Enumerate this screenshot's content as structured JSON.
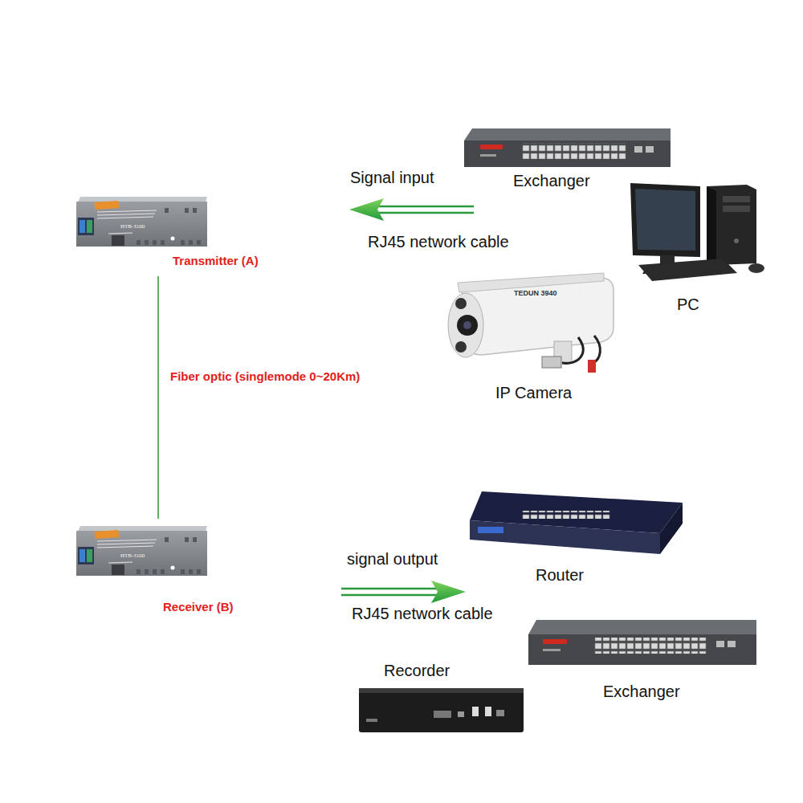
{
  "diagram": {
    "nodes": [
      {
        "text": [
          "Transmitter (A)"
        ]
      },
      {
        "text": [
          "Exchanger"
        ]
      },
      {
        "text": [
          "PC"
        ]
      },
      {
        "text": [
          "IP Camera"
        ]
      },
      {
        "text": [
          "Receiver (B)"
        ]
      },
      {
        "text": [
          "Router"
        ]
      },
      {
        "text": [
          "Recorder"
        ]
      },
      {
        "text": [
          "Exchanger"
        ]
      }
    ],
    "edges": [
      {
        "from": 0,
        "to": 4,
        "arrow": "none",
        "label": "Fiber optic (singlemode 0~20Km)"
      }
    ],
    "labels": [
      "Signal input",
      "RJ45 network cable",
      "signal output",
      "RJ45 network cable",
      "HTB-3100",
      "HTB-3100",
      "TEDUN 3940"
    ]
  }
}
